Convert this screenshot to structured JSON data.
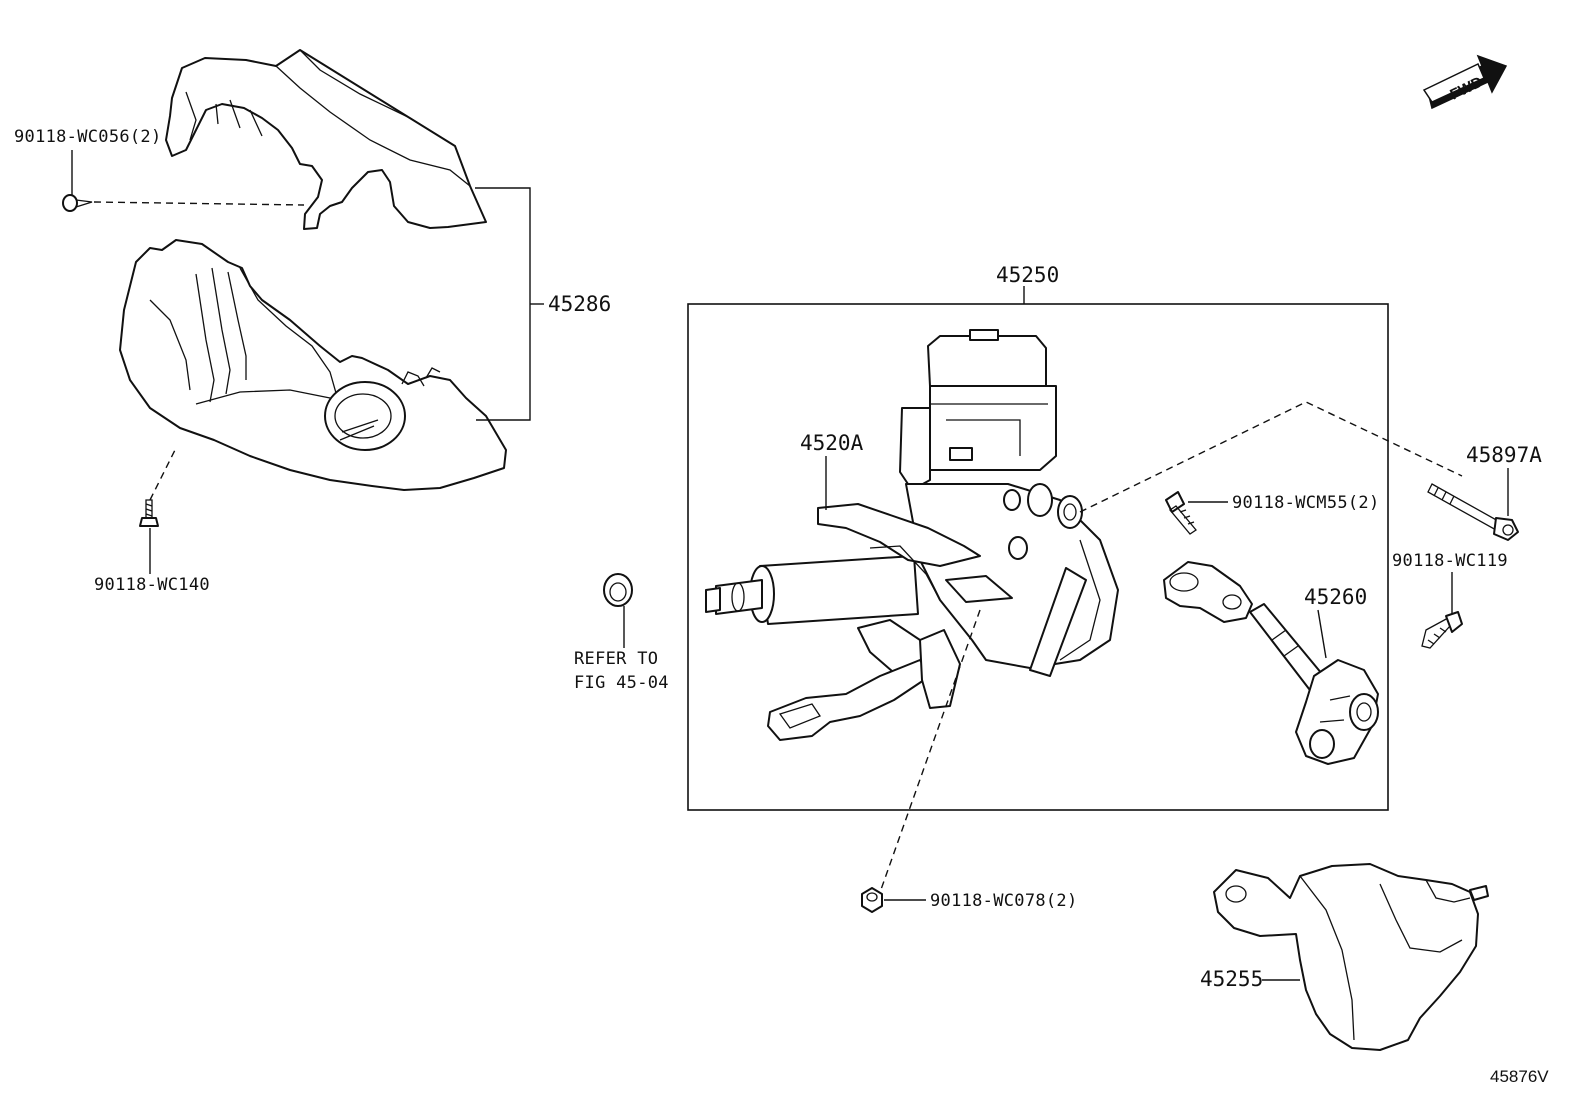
{
  "diagram": {
    "figure_id": "45876V",
    "fwd_marker": "FWD",
    "assembly_box_label": "45250",
    "callouts": {
      "screw_upper_cover": "90118-WC056(2)",
      "column_cover": "45286",
      "screw_lower_cover": "90118-WC140",
      "refer_line1": "REFER TO",
      "refer_line2": "FIG 45-04",
      "column_assembly": "4520A",
      "bolt_wcm55": "90118-WCM55(2)",
      "bolt_45897a": "45897A",
      "bolt_wc119": "90118-WC119",
      "intermediate_shaft": "45260",
      "nut_wc078": "90118-WC078(2)",
      "column_hole_cover": "45255"
    }
  }
}
